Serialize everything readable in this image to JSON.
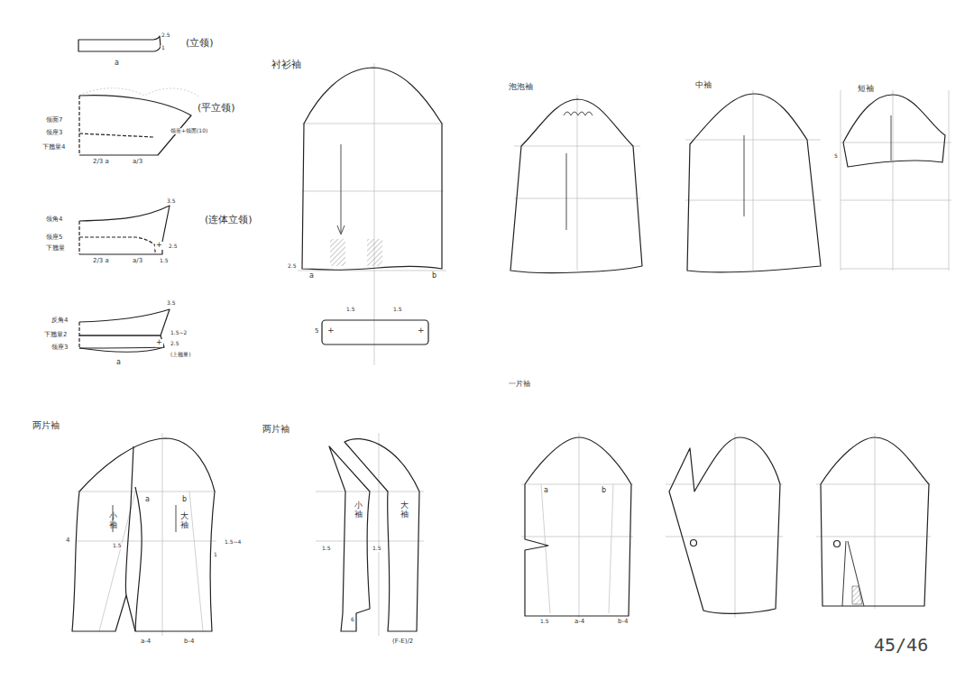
{
  "diagram": {
    "labels": [
      "(立领)",
      "2.5",
      "1",
      "a",
      "(平立领)",
      "领面7",
      "领座3",
      "下翘量4",
      "2/3 a",
      "a/3",
      "领座+领面(10)",
      "(连体立领)",
      "领角4",
      "领座5",
      "下翘量",
      "3.5",
      "2.5",
      "2/3 a",
      "a/3",
      "1.5",
      "+",
      "3.5",
      "反角4",
      "1.5~2",
      "下翘量2",
      "2.5",
      "领座3",
      "(上翘量)",
      "+",
      "a",
      "衬衫袖",
      "2.5",
      "a",
      "b",
      "1.5",
      "1.5",
      "5",
      "+",
      "+",
      "泡泡袖",
      "中袖",
      "短袖",
      "5",
      "一片袖",
      "两片袖",
      "4",
      "a",
      "b",
      "小袖",
      "大袖",
      "1.5",
      "1.5~4",
      "1",
      "a-4",
      "b-4",
      "两片袖",
      "小袖",
      "大袖",
      "1.5",
      "1.5",
      "6",
      "(F-E)/2",
      "a",
      "b",
      "1.5",
      "a-4",
      "b-4",
      "45/46"
    ]
  }
}
